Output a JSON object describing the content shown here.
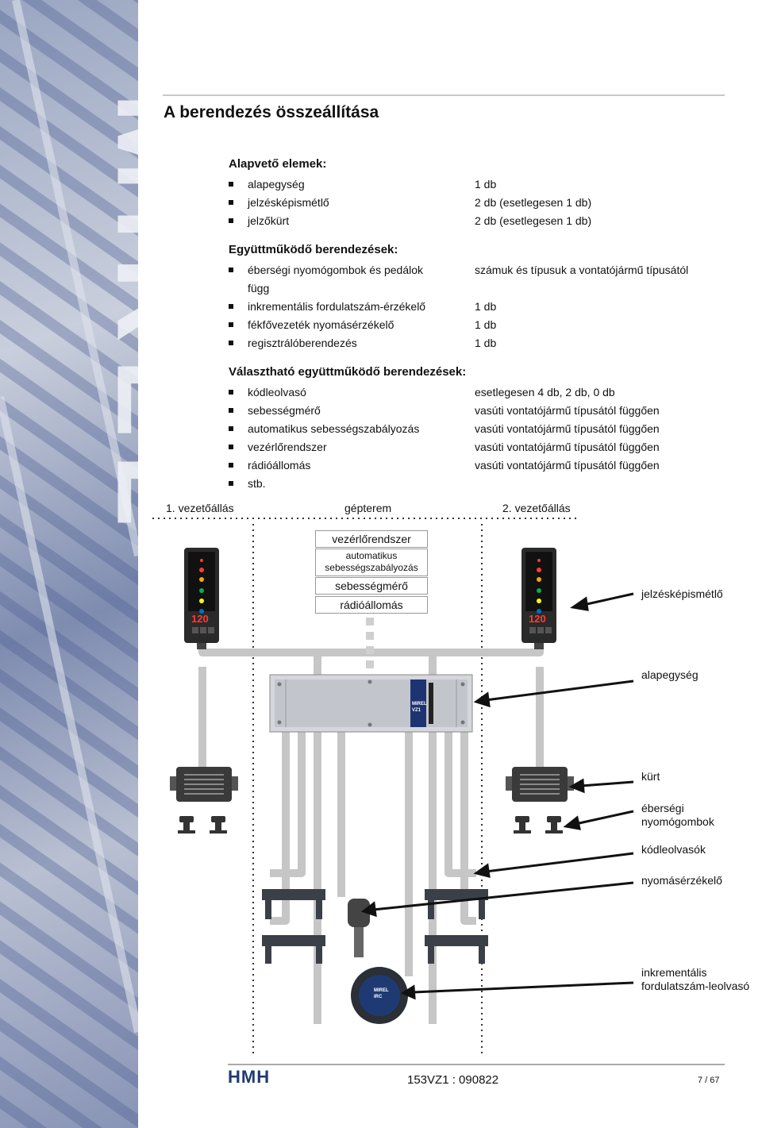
{
  "sidebar": {
    "logo_text": "MIREL"
  },
  "page_title": "A berendezés összeállítása",
  "basic": {
    "heading": "Alapvető elemek:",
    "items": [
      {
        "name": "alapegység",
        "value": "1 db"
      },
      {
        "name": "jelzésképismétlő",
        "value": "2 db (esetlegesen 1 db)"
      },
      {
        "name": "jelzőkürt",
        "value": "2 db (esetlegesen 1 db)"
      }
    ]
  },
  "coop": {
    "heading": "Együttműködő berendezések:",
    "first_name": "éberségi nyomógombok és pedálok",
    "first_value": "számuk és típusuk a vontatójármű típusától",
    "first_cont": "függ",
    "items": [
      {
        "name": "inkrementális fordulatszám-érzékelő",
        "value": "1 db"
      },
      {
        "name": "fékfővezeték nyomásérzékelő",
        "value": "1 db"
      },
      {
        "name": "regisztrálóberendezés",
        "value": "1 db"
      }
    ]
  },
  "optional": {
    "heading": "Választható együttműködő berendezések:",
    "items": [
      {
        "name": "kódleolvasó",
        "value": "esetlegesen 4 db, 2 db, 0 db"
      },
      {
        "name": "sebességmérő",
        "value": "vasúti vontatójármű típusától függően"
      },
      {
        "name": "automatikus sebességszabályozás",
        "value": "vasúti vontatójármű típusától függően"
      },
      {
        "name": "vezérlőrendszer",
        "value": "vasúti vontatójármű típusától függően"
      },
      {
        "name": "rádióállomás",
        "value": "vasúti vontatójármű típusától függően"
      },
      {
        "name": "stb.",
        "value": ""
      }
    ]
  },
  "diagram": {
    "zone_left": "1. vezetőállás",
    "zone_middle": "gépterem",
    "zone_right": "2. vezetőállás",
    "boxes": [
      "vezérlőrendszer",
      "automatikus sebességszabályozás",
      "sebességmérő",
      "rádióállomás"
    ],
    "display_speed": "120",
    "unit_label_1": "MIREL",
    "unit_label_2": "VZ1",
    "sensor_label_1": "MIREL",
    "sensor_label_2": "IRC",
    "labels": [
      "jelzésképismétlő",
      "alapegység",
      "kürt",
      "éberségi nyomógombok",
      "kódleolvasók",
      "nyomásérzékelő",
      "inkrementális fordulatszám-leolvasó"
    ]
  },
  "footer": {
    "logo": "HMH",
    "doc_id": "153VZ1 : 090822",
    "page": "7 / 67"
  },
  "colors": {
    "sidebar_blue": "#7e8cb0",
    "wire_gray": "#c6c6c6",
    "arrow": "#111111"
  }
}
